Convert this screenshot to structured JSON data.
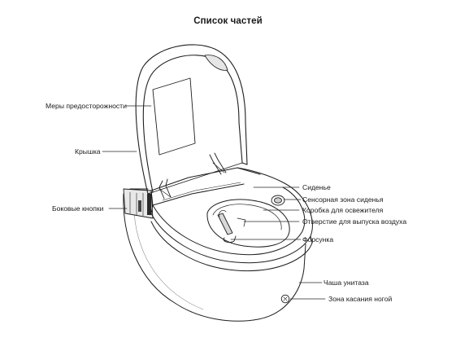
{
  "title": "Список частей",
  "labels": {
    "precautions": "Меры предосторожности",
    "lid": "Крышка",
    "side_buttons": "Боковые кнопки",
    "seat": "Сиденье",
    "seat_sensor_zone": "Сенсорная зона сиденья",
    "deodorizer_box": "Коробка для освежителя",
    "air_outlet": "Отверстие для выпуска воздуха",
    "nozzle": "Форсунка",
    "bowl": "Чаша унитаза",
    "foot_touch_zone": "Зона касания ногой"
  }
}
